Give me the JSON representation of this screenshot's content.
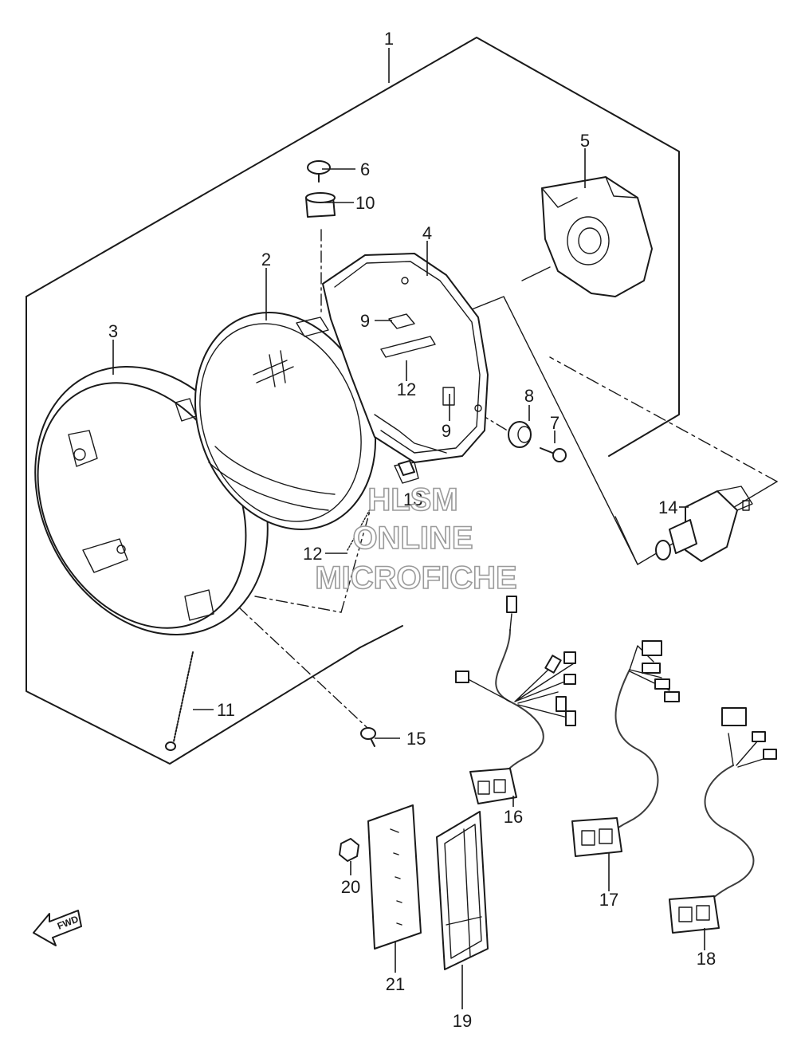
{
  "callouts": {
    "c1": "1",
    "c2": "2",
    "c3": "3",
    "c4": "4",
    "c5": "5",
    "c6": "6",
    "c7": "7",
    "c8": "8",
    "c9a": "9",
    "c9b": "9",
    "c10": "10",
    "c11": "11",
    "c12a": "12",
    "c12b": "12",
    "c13": "13",
    "c14": "14",
    "c15": "15",
    "c16": "16",
    "c17": "17",
    "c18": "18",
    "c19": "19",
    "c20": "20",
    "c21": "21"
  },
  "watermark": {
    "line1": "HLSM",
    "line2": "ONLINE",
    "line3": "MICROFICHE"
  },
  "direction_arrow": {
    "label": "FWD"
  }
}
